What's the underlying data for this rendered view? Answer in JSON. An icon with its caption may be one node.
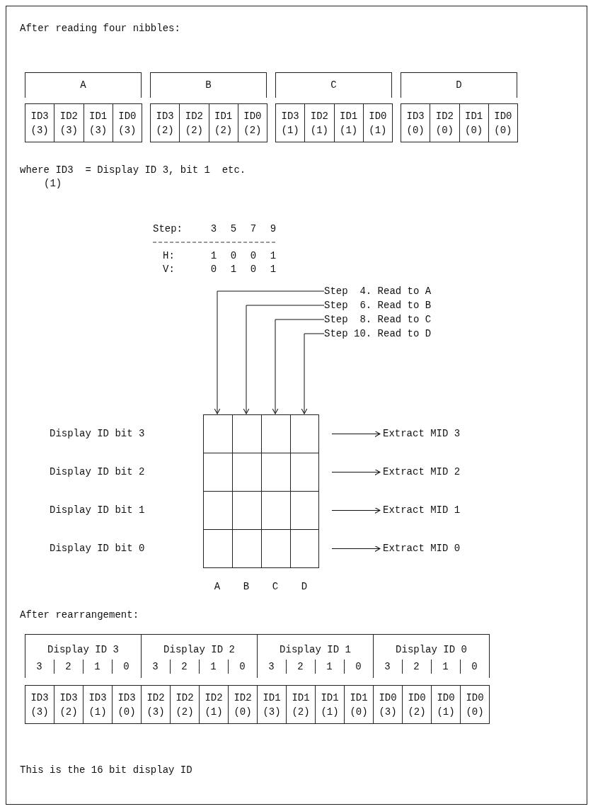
{
  "diagram": {
    "nodes": [
      {
        "text": [
          "A"
        ]
      },
      {
        "text": [
          "B"
        ]
      },
      {
        "text": [
          "C"
        ]
      },
      {
        "text": [
          "D"
        ]
      },
      {
        "text": [
          "ID3 (3)"
        ]
      },
      {
        "text": [
          "ID2 (3)"
        ]
      },
      {
        "text": [
          "ID1 (3)"
        ]
      },
      {
        "text": [
          "ID0 (3)"
        ]
      },
      {
        "text": [
          "ID3 (2)"
        ]
      },
      {
        "text": [
          "ID2 (2)"
        ]
      },
      {
        "text": [
          "ID1 (2)"
        ]
      },
      {
        "text": [
          "ID0 (2)"
        ]
      },
      {
        "text": [
          "ID3 (1)"
        ]
      },
      {
        "text": [
          "ID2 (1)"
        ]
      },
      {
        "text": [
          "ID1 (1)"
        ]
      },
      {
        "text": [
          "ID0 (1)"
        ]
      },
      {
        "text": [
          "ID3 (0)"
        ]
      },
      {
        "text": [
          "ID2 (0)"
        ]
      },
      {
        "text": [
          "ID1 (0)"
        ]
      },
      {
        "text": [
          "ID0 (0)"
        ]
      },
      {
        "text": [
          "Step  4. Read to A"
        ]
      },
      {
        "text": [
          "Step  6. Read to B"
        ]
      },
      {
        "text": [
          "Step  8. Read to C"
        ]
      },
      {
        "text": [
          "Step 10. Read to D"
        ]
      },
      {
        "text": [],
        "shape": "box"
      },
      {
        "text": [],
        "shape": "box"
      },
      {
        "text": [],
        "shape": "box"
      },
      {
        "text": [],
        "shape": "box"
      },
      {
        "text": [
          "Extract MID 3"
        ]
      },
      {
        "text": [
          "Extract MID 2"
        ]
      },
      {
        "text": [
          "Extract MID 1"
        ]
      },
      {
        "text": [
          "Extract MID 0"
        ]
      },
      {
        "text": [
          "Display ID 3",
          "3",
          "2",
          "1",
          "0"
        ]
      },
      {
        "text": [
          "Display ID 2",
          "3",
          "2",
          "1",
          "0"
        ]
      },
      {
        "text": [
          "Display ID 1",
          "3",
          "2",
          "1",
          "0"
        ]
      },
      {
        "text": [
          "Display ID 0",
          "3",
          "2",
          "1",
          "0"
        ]
      },
      {
        "text": [
          "ID3 (3)"
        ]
      },
      {
        "text": [
          "ID3 (2)"
        ]
      },
      {
        "text": [
          "ID3 (1)"
        ]
      },
      {
        "text": [
          "ID3 (0)"
        ]
      },
      {
        "text": [
          "ID2 (3)"
        ]
      },
      {
        "text": [
          "ID2 (2)"
        ]
      },
      {
        "text": [
          "ID2 (1)"
        ]
      },
      {
        "text": [
          "ID2 (0)"
        ]
      },
      {
        "text": [
          "ID1 (3)"
        ]
      },
      {
        "text": [
          "ID1 (2)"
        ]
      },
      {
        "text": [
          "ID1 (1)"
        ]
      },
      {
        "text": [
          "ID1 (0)"
        ]
      },
      {
        "text": [
          "ID0 (3)"
        ]
      },
      {
        "text": [
          "ID0 (2)"
        ]
      },
      {
        "text": [
          "ID0 (1)"
        ]
      },
      {
        "text": [
          "ID0 (0)"
        ]
      }
    ],
    "edges": [
      {
        "from": 20,
        "to": 24,
        "arrow": "to"
      },
      {
        "from": 21,
        "to": 24,
        "arrow": "to"
      },
      {
        "from": 22,
        "to": 24,
        "arrow": "to"
      },
      {
        "from": 23,
        "to": 24,
        "arrow": "to"
      },
      {
        "from": 24,
        "to": 28,
        "arrow": "to"
      },
      {
        "from": 25,
        "to": 29,
        "arrow": "to"
      },
      {
        "from": 26,
        "to": 30,
        "arrow": "to"
      },
      {
        "from": 27,
        "to": 31,
        "arrow": "to"
      }
    ],
    "labels": [
      "After reading four nibbles:",
      "where ID3  = Display ID 3, bit 1  etc.",
      "(1)",
      "Step:",
      "3",
      "5",
      "7",
      "9",
      "H:",
      "1",
      "0",
      "0",
      "1",
      "V:",
      "0",
      "1",
      "0",
      "1",
      "Display ID bit 3",
      "Display ID bit 2",
      "Display ID bit 1",
      "Display ID bit 0",
      "A",
      "B",
      "C",
      "D",
      "After rearrangement:",
      "This is the 16 bit display ID"
    ]
  }
}
